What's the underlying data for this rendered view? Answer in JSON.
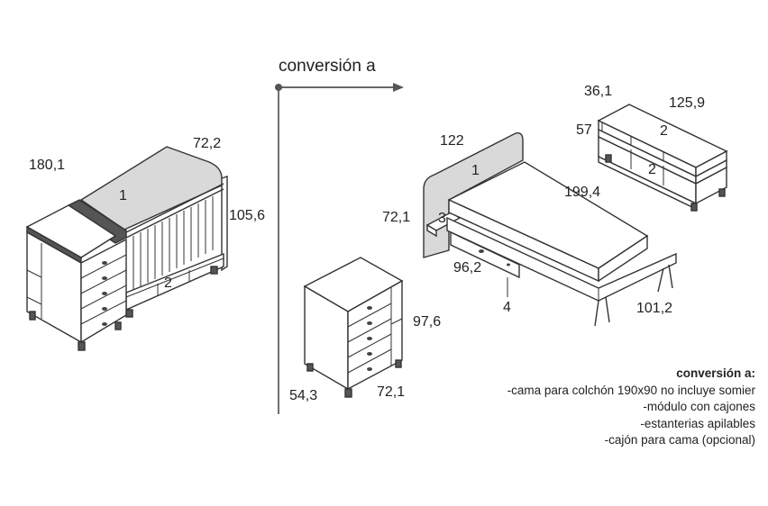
{
  "header": {
    "title": "conversión a"
  },
  "crib": {
    "dims": {
      "length": "180,1",
      "width": "72,2",
      "height": "105,6"
    },
    "parts": {
      "p1": "1",
      "p2": "2"
    }
  },
  "chest": {
    "dims": {
      "height": "97,6",
      "depth": "54,3",
      "width": "72,1"
    }
  },
  "bed": {
    "dims": {
      "headboard": "122",
      "length": "199,4",
      "width": "101,2",
      "side": "72,1",
      "drawer_length": "96,2"
    },
    "parts": {
      "p1": "1",
      "p3": "3",
      "p4": "4"
    }
  },
  "shelves": {
    "dims": {
      "depth": "36,1",
      "width": "125,9",
      "height": "57"
    },
    "parts": {
      "p2a": "2",
      "p2b": "2"
    }
  },
  "notes": {
    "title": "conversión a:",
    "items": [
      "-cama para colchón 190x90 no incluye somier",
      "-módulo con cajones",
      "-estanterias apilables",
      "-cajón para cama (opcional)"
    ]
  }
}
